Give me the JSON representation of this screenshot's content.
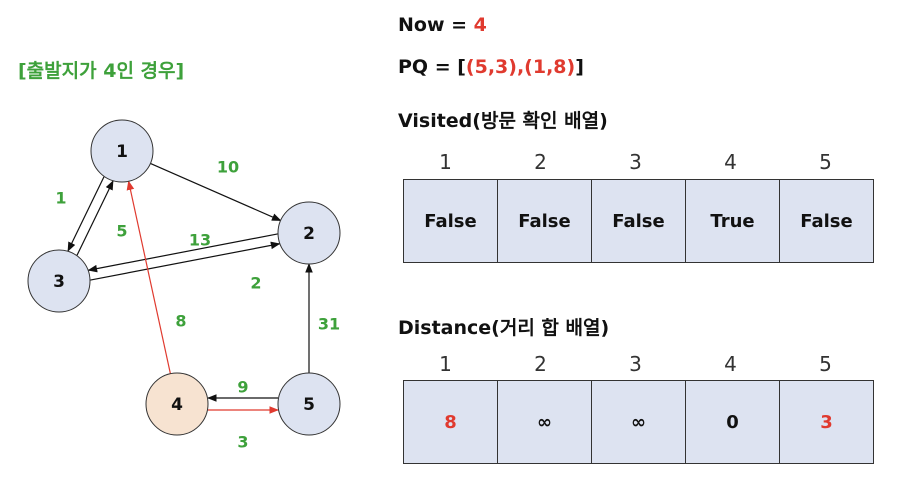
{
  "left_title": "[출발지가 4인 경우]",
  "now": {
    "label": "Now = ",
    "value": "4"
  },
  "pq": {
    "label": "PQ = ",
    "open": "[",
    "items": "(5,3),(1,8)",
    "close": "]"
  },
  "visited": {
    "title": "Visited(방문 확인 배열)",
    "indices": [
      "1",
      "2",
      "3",
      "4",
      "5"
    ],
    "values": [
      "False",
      "False",
      "False",
      "True",
      "False"
    ]
  },
  "distance": {
    "title": "Distance(거리 합 배열)",
    "indices": [
      "1",
      "2",
      "3",
      "4",
      "5"
    ],
    "values": [
      "8",
      "∞",
      "∞",
      "0",
      "3"
    ],
    "highlight": [
      true,
      false,
      false,
      false,
      true
    ]
  },
  "graph": {
    "nodes": [
      {
        "id": "1",
        "label": "1",
        "start": false
      },
      {
        "id": "2",
        "label": "2",
        "start": false
      },
      {
        "id": "3",
        "label": "3",
        "start": false
      },
      {
        "id": "4",
        "label": "4",
        "start": true
      },
      {
        "id": "5",
        "label": "5",
        "start": false
      }
    ],
    "edges": [
      {
        "from": "1",
        "to": "2",
        "weight": "10",
        "highlight": false
      },
      {
        "from": "3",
        "to": "1",
        "weight": "1",
        "highlight": false
      },
      {
        "from": "1",
        "to": "3",
        "weight": "5",
        "highlight": false
      },
      {
        "from": "3",
        "to": "2",
        "weight": "13",
        "highlight": false
      },
      {
        "from": "2",
        "to": "3",
        "weight": "2",
        "highlight": false
      },
      {
        "from": "4",
        "to": "1",
        "weight": "8",
        "highlight": true
      },
      {
        "from": "5",
        "to": "2",
        "weight": "31",
        "highlight": false
      },
      {
        "from": "5",
        "to": "4",
        "weight": "9",
        "highlight": false
      },
      {
        "from": "4",
        "to": "5",
        "weight": "3",
        "highlight": true
      }
    ]
  },
  "colors": {
    "node_fill": "#dde3f1",
    "start_fill": "#f7e3d1",
    "edge": "#111111",
    "edge_highlight": "#e03a2f",
    "weight_text": "#3ea13b",
    "highlight_text": "#e03a2f"
  }
}
